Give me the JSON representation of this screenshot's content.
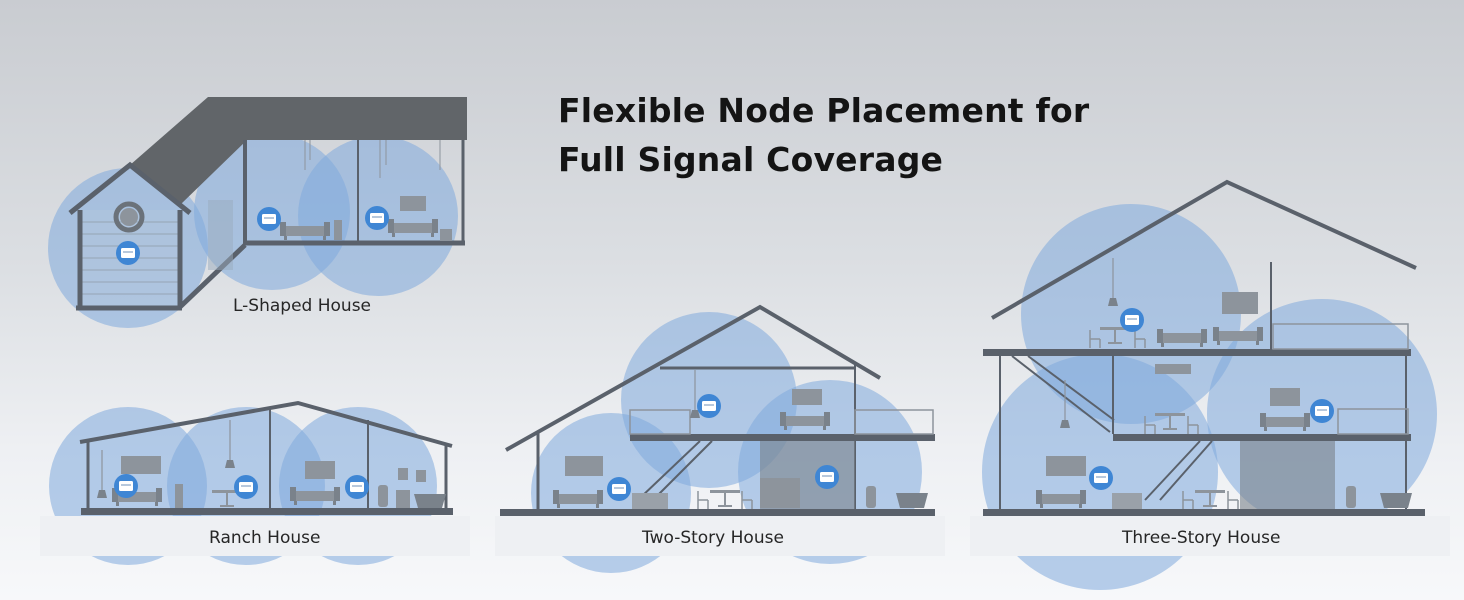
{
  "headline": {
    "line1": "Flexible Node Placement for",
    "line2": "Full Signal Coverage"
  },
  "houses": [
    {
      "id": "l-shaped",
      "caption": "L-Shaped House"
    },
    {
      "id": "ranch",
      "caption": "Ranch House"
    },
    {
      "id": "two-story",
      "caption": "Two-Story House"
    },
    {
      "id": "three-story",
      "caption": "Three-Story House"
    }
  ],
  "colors": {
    "coverage": "#7fa9dc",
    "structure": "#5a616b",
    "roof": "#616569",
    "node": "#3f86d4",
    "furniture": "#8d949c"
  },
  "icons": [
    "mesh-node-icon",
    "signal-coverage-circle"
  ]
}
